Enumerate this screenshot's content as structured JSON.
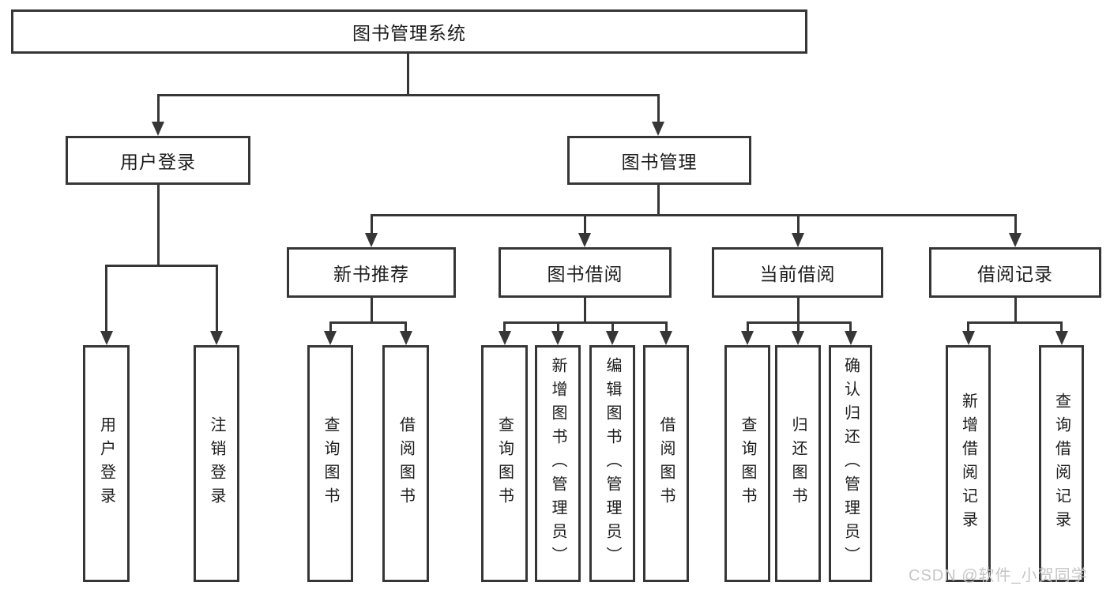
{
  "title": "图书管理系统",
  "watermark": "CSDN @软件_小贺同学",
  "colors": {
    "line": "#363636",
    "text": "#1c1c1c",
    "watermark": "#c6c6c6",
    "background": "#ffffff"
  },
  "nodes": {
    "root": {
      "label": "图书管理系统"
    },
    "level2": [
      {
        "label": "用户登录"
      },
      {
        "label": "图书管理"
      }
    ],
    "level3": [
      {
        "label": "新书推荐",
        "parent": "图书管理"
      },
      {
        "label": "图书借阅",
        "parent": "图书管理"
      },
      {
        "label": "当前借阅",
        "parent": "图书管理"
      },
      {
        "label": "借阅记录",
        "parent": "图书管理"
      }
    ],
    "leaves": [
      {
        "label": "用户登录",
        "parent": "用户登录"
      },
      {
        "label": "注销登录",
        "parent": "用户登录"
      },
      {
        "label": "查询图书",
        "parent": "新书推荐"
      },
      {
        "label": "借阅图书",
        "parent": "新书推荐"
      },
      {
        "label": "查询图书",
        "parent": "图书借阅"
      },
      {
        "label": "新增图书（管理员）",
        "parent": "图书借阅"
      },
      {
        "label": "编辑图书（管理员）",
        "parent": "图书借阅"
      },
      {
        "label": "借阅图书",
        "parent": "图书借阅"
      },
      {
        "label": "查询图书",
        "parent": "当前借阅"
      },
      {
        "label": "归还图书",
        "parent": "当前借阅"
      },
      {
        "label": "确认归还（管理员）",
        "parent": "当前借阅"
      },
      {
        "label": "新增借阅记录",
        "parent": "借阅记录"
      },
      {
        "label": "查询借阅记录",
        "parent": "借阅记录"
      }
    ]
  }
}
